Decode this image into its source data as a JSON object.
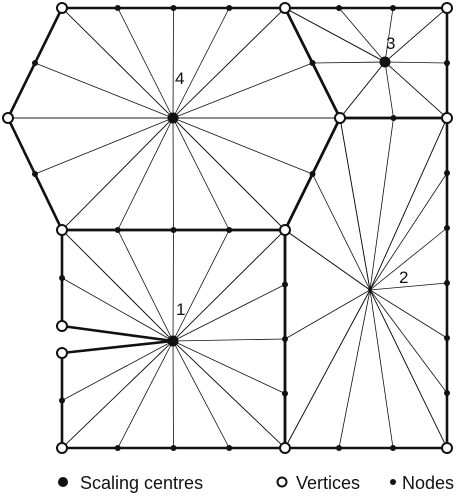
{
  "diagram": {
    "labels": {
      "c1": "1",
      "c2": "2",
      "c3": "3",
      "c4": "4"
    },
    "colors": {
      "edge": "#111111",
      "fill": "#ffffff"
    }
  },
  "legend": {
    "items": [
      {
        "label": "Scaling centres",
        "icon": "filled-large-dot"
      },
      {
        "label": "Vertices",
        "icon": "hollow-circle"
      },
      {
        "label": "Nodes",
        "icon": "small-dot"
      }
    ]
  }
}
